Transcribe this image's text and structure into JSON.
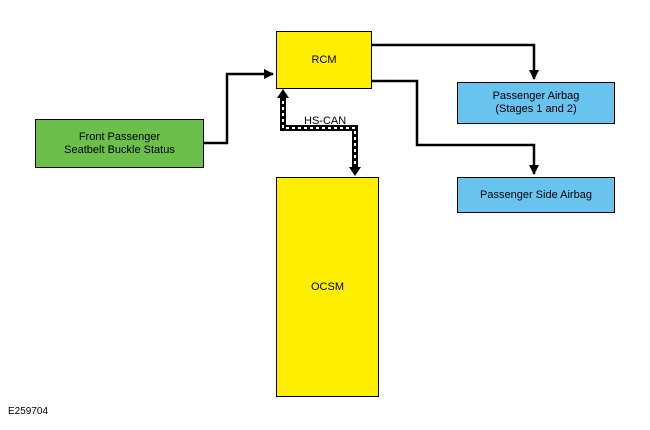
{
  "boxes": {
    "rcm": {
      "label": "RCM",
      "color": "#ffee00"
    },
    "ocsm": {
      "label": "OCSM",
      "color": "#ffee00"
    },
    "seatbelt": {
      "line1": "Front Passenger",
      "line2": "Seatbelt Buckle Status",
      "color": "#6cbf4a"
    },
    "airbag": {
      "line1": "Passenger Airbag",
      "line2": "(Stages 1 and 2)",
      "color": "#68c3ef"
    },
    "side_airbag": {
      "label": "Passenger Side Airbag",
      "color": "#68c3ef"
    }
  },
  "connections": {
    "bus_label": "HS-CAN"
  },
  "figure_id": "E259704"
}
